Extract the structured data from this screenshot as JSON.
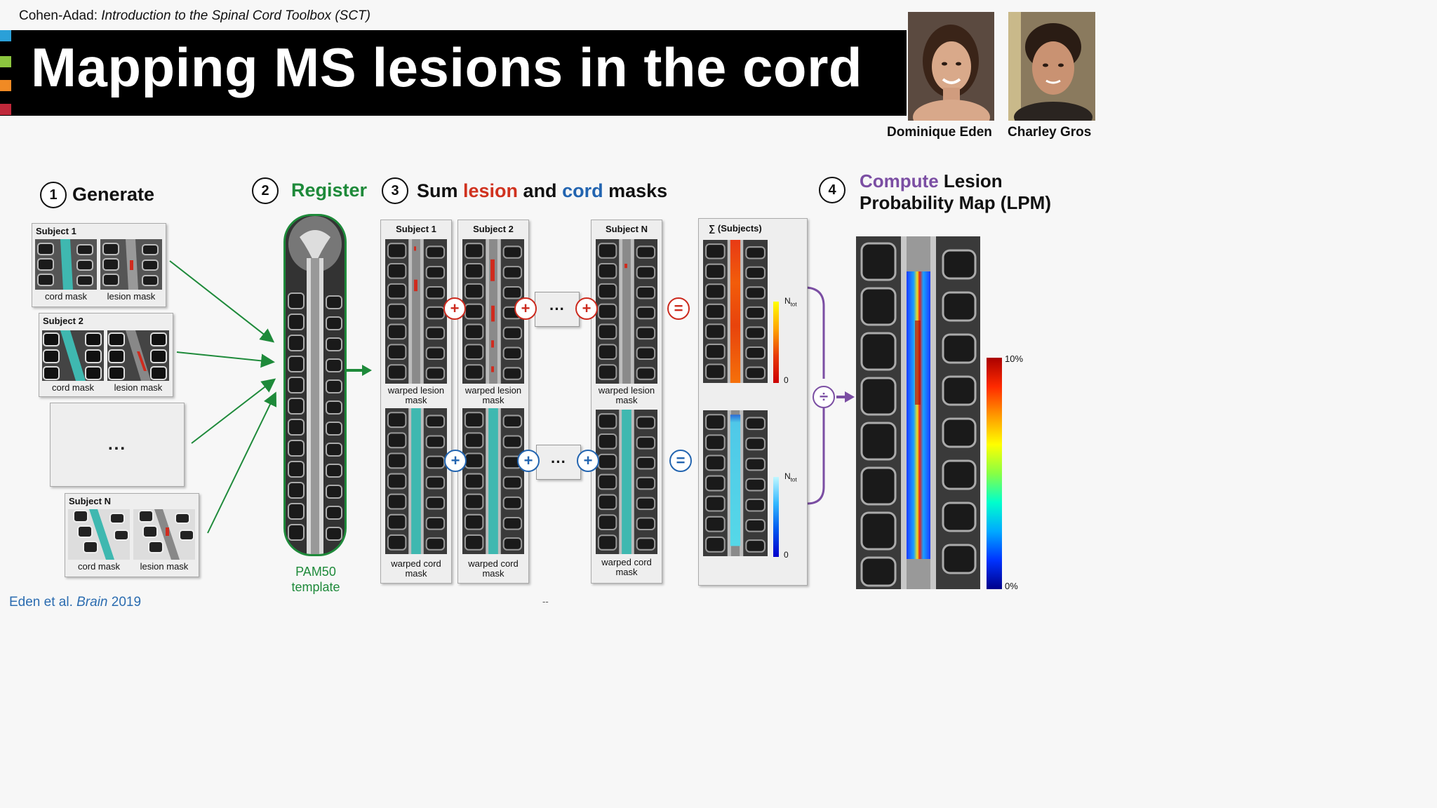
{
  "header": {
    "course_author": "Cohen-Adad:",
    "course_title": "Introduction to the Spinal Cord Toolbox (SCT)",
    "slide_title": "Mapping MS lesions in the cord",
    "accent_colors": [
      "#2aa0d8",
      "#8cc63f",
      "#f08a24",
      "#c0283a"
    ]
  },
  "people": [
    {
      "name": "Dominique Eden"
    },
    {
      "name": "Charley Gros"
    }
  ],
  "steps": {
    "generate": {
      "number": "1",
      "title": "Generate"
    },
    "register": {
      "number": "2",
      "title": "Register",
      "color": "#1e8a3a"
    },
    "sum": {
      "number": "3",
      "title_pre": "Sum ",
      "title_lesion": "lesion",
      "title_and": " and ",
      "title_cord": "cord",
      "title_post": " masks",
      "lesion_color": "#d0321f",
      "cord_color": "#2264b0"
    },
    "compute": {
      "number": "4",
      "title_colored": "Compute",
      "title_rest": " Lesion",
      "title_line2": "Probability Map (LPM)",
      "color": "#7b4ea3"
    }
  },
  "generate_cards": [
    {
      "title": "Subject 1",
      "cord_label": "cord mask",
      "lesion_label": "lesion mask"
    },
    {
      "title": "Subject 2",
      "cord_label": "cord mask",
      "lesion_label": "lesion mask"
    },
    {
      "title": "",
      "ellipsis": "..."
    },
    {
      "title": "Subject N",
      "cord_label": "cord mask",
      "lesion_label": "lesion mask"
    }
  ],
  "template": {
    "line1": "PAM50",
    "line2": "template"
  },
  "sum_columns": [
    {
      "title": "Subject 1",
      "lesion_label_1": "warped lesion",
      "lesion_label_2": "mask",
      "cord_label_1": "warped cord",
      "cord_label_2": "mask"
    },
    {
      "title": "Subject 2",
      "lesion_label_1": "warped lesion",
      "lesion_label_2": "mask",
      "cord_label_1": "warped cord",
      "cord_label_2": "mask"
    },
    {
      "title": "Subject N",
      "lesion_label_1": "warped lesion",
      "lesion_label_2": "mask",
      "cord_label_1": "warped cord",
      "cord_label_2": "mask"
    }
  ],
  "operators": {
    "plus": "+",
    "equals": "=",
    "divide": "÷",
    "ellipsis": "···"
  },
  "sum_result": {
    "title": "∑ (Subjects)",
    "lesion_scale": {
      "top": "N",
      "top_sub": "tot",
      "bottom": "0"
    },
    "cord_scale": {
      "top": "N",
      "top_sub": "tot",
      "bottom": "0"
    }
  },
  "lpm_colorbar": {
    "max": "10%",
    "min": "0%"
  },
  "citation": {
    "authors": "Eden et al. ",
    "journal": "Brain",
    "year": " 2019"
  },
  "footer_mark": "--"
}
